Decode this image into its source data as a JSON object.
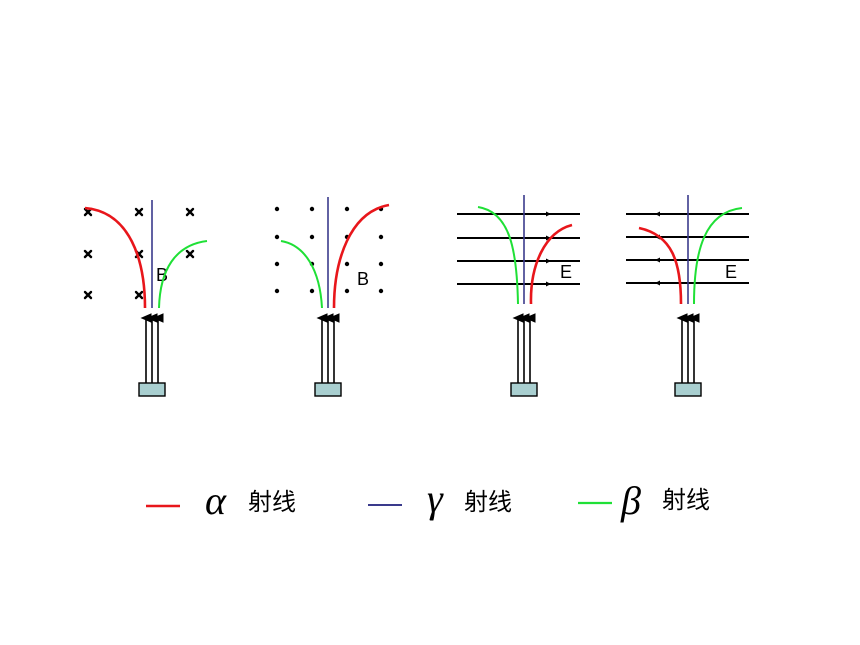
{
  "colors": {
    "alpha": "#e8161b",
    "gamma": "#3a3a8c",
    "beta": "#1fe036",
    "field_line": "#000000",
    "source_fill": "#a9cfd0"
  },
  "panels": [
    {
      "field_type": "magnetic-into-page",
      "label": "B"
    },
    {
      "field_type": "magnetic-out-of-page",
      "label": "B"
    },
    {
      "field_type": "electric-right",
      "label": "E"
    },
    {
      "field_type": "electric-left",
      "label": "E"
    }
  ],
  "legend": {
    "alpha": {
      "symbol": "α",
      "text": "射线"
    },
    "gamma": {
      "symbol": "γ",
      "text": "射线"
    },
    "beta": {
      "symbol": "β",
      "text": "射线"
    }
  }
}
